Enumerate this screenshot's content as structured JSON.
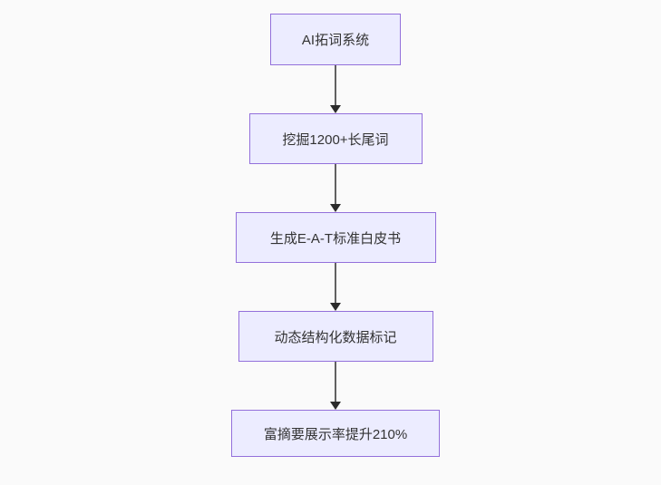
{
  "diagram": {
    "type": "flowchart",
    "direction": "top-down",
    "colors": {
      "background": "#fafafa",
      "node_fill": "#ECECFF",
      "node_border": "#9370DB",
      "node_text": "#333333",
      "edge_line": "#616161",
      "arrowhead": "#2b2b2b"
    },
    "nodes": [
      {
        "id": "n1",
        "label": "AI拓词系统"
      },
      {
        "id": "n2",
        "label": "挖掘1200+长尾词"
      },
      {
        "id": "n3",
        "label": "生成E-A-T标准白皮书"
      },
      {
        "id": "n4",
        "label": "动态结构化数据标记"
      },
      {
        "id": "n5",
        "label": "富摘要展示率提升210%"
      }
    ],
    "edges": [
      {
        "from": "n1",
        "to": "n2"
      },
      {
        "from": "n2",
        "to": "n3"
      },
      {
        "from": "n3",
        "to": "n4"
      },
      {
        "from": "n4",
        "to": "n5"
      }
    ]
  }
}
